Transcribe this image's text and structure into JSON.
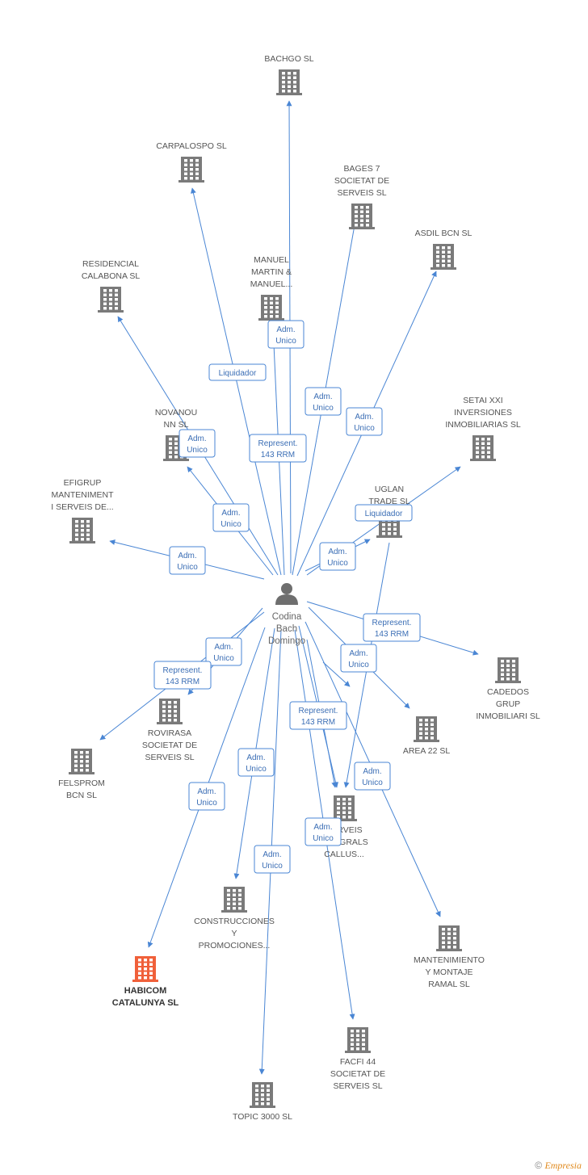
{
  "colors": {
    "edge": "#4a86d4",
    "building": "#7a7a7a",
    "building_main": "#f0603a",
    "label_border": "#4a86d4",
    "label_text": "#3b6eb5",
    "person": "#6e6e6e"
  },
  "person": {
    "lines": [
      "Codina",
      "Bach",
      "Domingo"
    ],
    "icon": "person-icon"
  },
  "companies": [
    {
      "id": "bachgo",
      "lines": [
        "BACHGO  SL"
      ]
    },
    {
      "id": "carpalospo",
      "lines": [
        "CARPALOSPO SL"
      ]
    },
    {
      "id": "bages7",
      "lines": [
        "BAGES 7",
        "SOCIETAT DE",
        "SERVEIS SL"
      ]
    },
    {
      "id": "asdil",
      "lines": [
        "ASDIL BCN SL"
      ]
    },
    {
      "id": "residencial",
      "lines": [
        "RESIDENCIAL",
        "CALABONA SL"
      ]
    },
    {
      "id": "manuel",
      "lines": [
        "MANUEL",
        "MARTIN &",
        "MANUEL..."
      ]
    },
    {
      "id": "novanou",
      "lines": [
        "NOVANOU",
        "NN SL"
      ]
    },
    {
      "id": "setai",
      "lines": [
        "SETAI XXI",
        "INVERSIONES",
        "INMOBILIARIAS SL"
      ]
    },
    {
      "id": "efigrup",
      "lines": [
        "EFIGRUP",
        "MANTENIMENT",
        "I SERVEIS DE..."
      ]
    },
    {
      "id": "uglan",
      "lines": [
        "UGLAN",
        "TRADE SL"
      ]
    },
    {
      "id": "cadedos",
      "lines": [
        "CADEDOS",
        "GRUP",
        "INMOBILIARI SL"
      ]
    },
    {
      "id": "rovirasa",
      "lines": [
        "ROVIRASA",
        "SOCIETAT DE",
        "SERVEIS SL"
      ]
    },
    {
      "id": "area22",
      "lines": [
        "AREA 22 SL"
      ]
    },
    {
      "id": "felsprom",
      "lines": [
        "FELSPROM",
        "BCN SL"
      ]
    },
    {
      "id": "serveis",
      "lines": [
        "SERVEIS",
        "INTEGRALS",
        "CALLUS..."
      ]
    },
    {
      "id": "construcciones",
      "lines": [
        "CONSTRUCCIONES",
        "Y",
        "PROMOCIONES..."
      ]
    },
    {
      "id": "mantenimiento",
      "lines": [
        "MANTENIMIENTO",
        "Y MONTAJE",
        "RAMAL SL"
      ]
    },
    {
      "id": "habicom",
      "lines": [
        "HABICOM",
        "CATALUNYA SL"
      ],
      "main": true
    },
    {
      "id": "facfi",
      "lines": [
        "FACFI 44",
        "SOCIETAT DE",
        "SERVEIS SL"
      ]
    },
    {
      "id": "topic",
      "lines": [
        "TOPIC 3000 SL"
      ]
    }
  ],
  "edges": [
    {
      "to": "bachgo",
      "label": [
        "Adm.",
        "Unico"
      ]
    },
    {
      "to": "carpalospo",
      "label": [
        "Liquidador"
      ]
    },
    {
      "to": "manuel",
      "label": [
        "Represent.",
        "143 RRM"
      ]
    },
    {
      "to": "bages7",
      "label": [
        "Adm.",
        "Unico"
      ]
    },
    {
      "to": "asdil",
      "label": [
        "Adm.",
        "Unico"
      ]
    },
    {
      "to": "residencial",
      "label": [
        "Adm.",
        "Unico"
      ]
    },
    {
      "to": "novanou",
      "label": [
        "Adm.",
        "Unico"
      ]
    },
    {
      "to": "setai",
      "label": [
        "Liquidador"
      ]
    },
    {
      "to": "uglan",
      "label": [
        "Adm.",
        "Unico"
      ]
    },
    {
      "to": "efigrup",
      "label": [
        "Adm.",
        "Unico"
      ]
    },
    {
      "to": "cadedos",
      "label": [
        "Represent.",
        "143 RRM"
      ]
    },
    {
      "to": "area22",
      "label": [
        "Adm.",
        "Unico"
      ]
    },
    {
      "to": "rovirasa",
      "label": [
        "Adm.",
        "Unico"
      ]
    },
    {
      "to": "felsprom",
      "label": [
        "Represent.",
        "143 RRM"
      ]
    },
    {
      "to": "serveis",
      "label": [
        "Represent.",
        "143 RRM"
      ]
    },
    {
      "to": "mantenimiento",
      "label": [
        "Adm.",
        "Unico"
      ]
    },
    {
      "to": "construcciones",
      "label": [
        "Adm.",
        "Unico"
      ]
    },
    {
      "to": "habicom",
      "label": [
        "Adm.",
        "Unico"
      ]
    },
    {
      "to": "topic",
      "label": [
        "Adm.",
        "Unico"
      ]
    },
    {
      "to": "facfi",
      "label": [
        "Adm.",
        "Unico"
      ]
    }
  ],
  "footer": {
    "copyright": "©",
    "brand": "Empresia"
  }
}
